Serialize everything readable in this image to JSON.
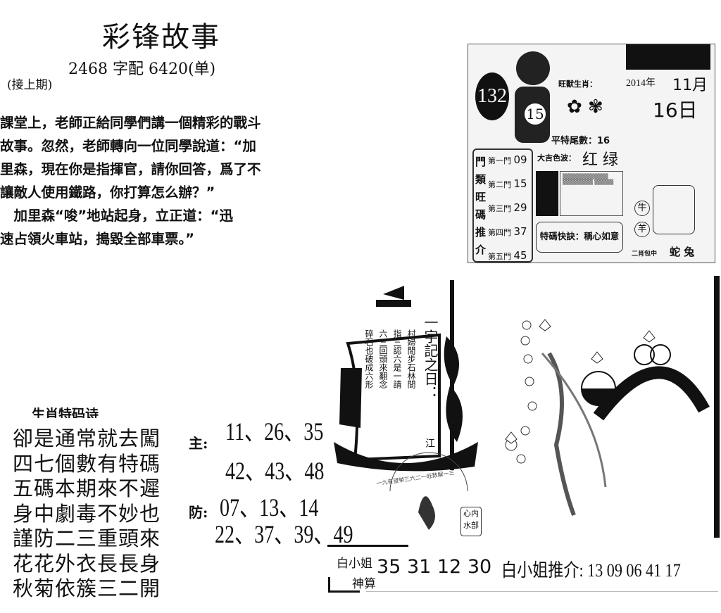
{
  "header": {
    "title": "彩锋故事",
    "subtitle": "2468 字配 6420(单)",
    "continued": "(接上期)"
  },
  "story": {
    "lines": [
      "課堂上，老師正給同學們講一個精彩的戰斗",
      "故事。忽然，老師轉向一位同學說道：“加",
      "里森，現在你是指揮官，請你回答，爲了不",
      "讓敵人使用鐵路，你打算怎么辦？”",
      "　加里森“唆”地站起身，立正道：“迅",
      "速占領火車站，搗毀全部車票。”"
    ]
  },
  "panel": {
    "issue": "132",
    "ball": "15",
    "zodiac_label": "旺獸生肖：",
    "tail_label": "平特尾數：16",
    "color_label": "大吉色波：",
    "colors": "红 绿",
    "door_title": [
      "門",
      "類",
      "旺",
      "碼",
      "推",
      "介"
    ],
    "doors": [
      {
        "label": "第一門",
        "num": "09"
      },
      {
        "label": "第二門",
        "num": "15"
      },
      {
        "label": "第三門",
        "num": "29"
      },
      {
        "label": "第四門",
        "num": "37"
      },
      {
        "label": "第五門",
        "num": "45"
      }
    ],
    "tip": "特碼快訣：稱心如意",
    "year": "2014年",
    "month": "11月",
    "day": "16日",
    "zodiac_a": "牛",
    "zodiac_b": "羊",
    "two_label": "二肖包中",
    "two_zodiacs": "蛇 兔"
  },
  "ship": {
    "heading": "一字記之日：",
    "answer": "江",
    "lines": [
      "村婦閒步石林間",
      "指三認六是一請",
      "六三回頭來翻念",
      "碎石也破成六形"
    ],
    "arc": "一九有望带三六二一旺数解一三",
    "box": "心内 水部"
  },
  "poem": {
    "heading": "生肖特码诗",
    "lines": [
      "卻是通常就去闖",
      "四七個數有特碼",
      "五碼本期來不遲",
      "身中劇毒不妙也",
      "謹防二三重頭來",
      "花花外衣長長身",
      "秋菊依簇三二開"
    ]
  },
  "picks": {
    "main_label": "主:",
    "main": [
      "11、26、35",
      "42、43、48"
    ],
    "guard_label": "防:",
    "guard": [
      "07、13、14",
      "22、37、39、49"
    ]
  },
  "bottom": {
    "name": "白小姐",
    "sub": "神算",
    "nums": "35 31 12 30",
    "rec": "白小姐推介: 13 09 06 41 17"
  }
}
